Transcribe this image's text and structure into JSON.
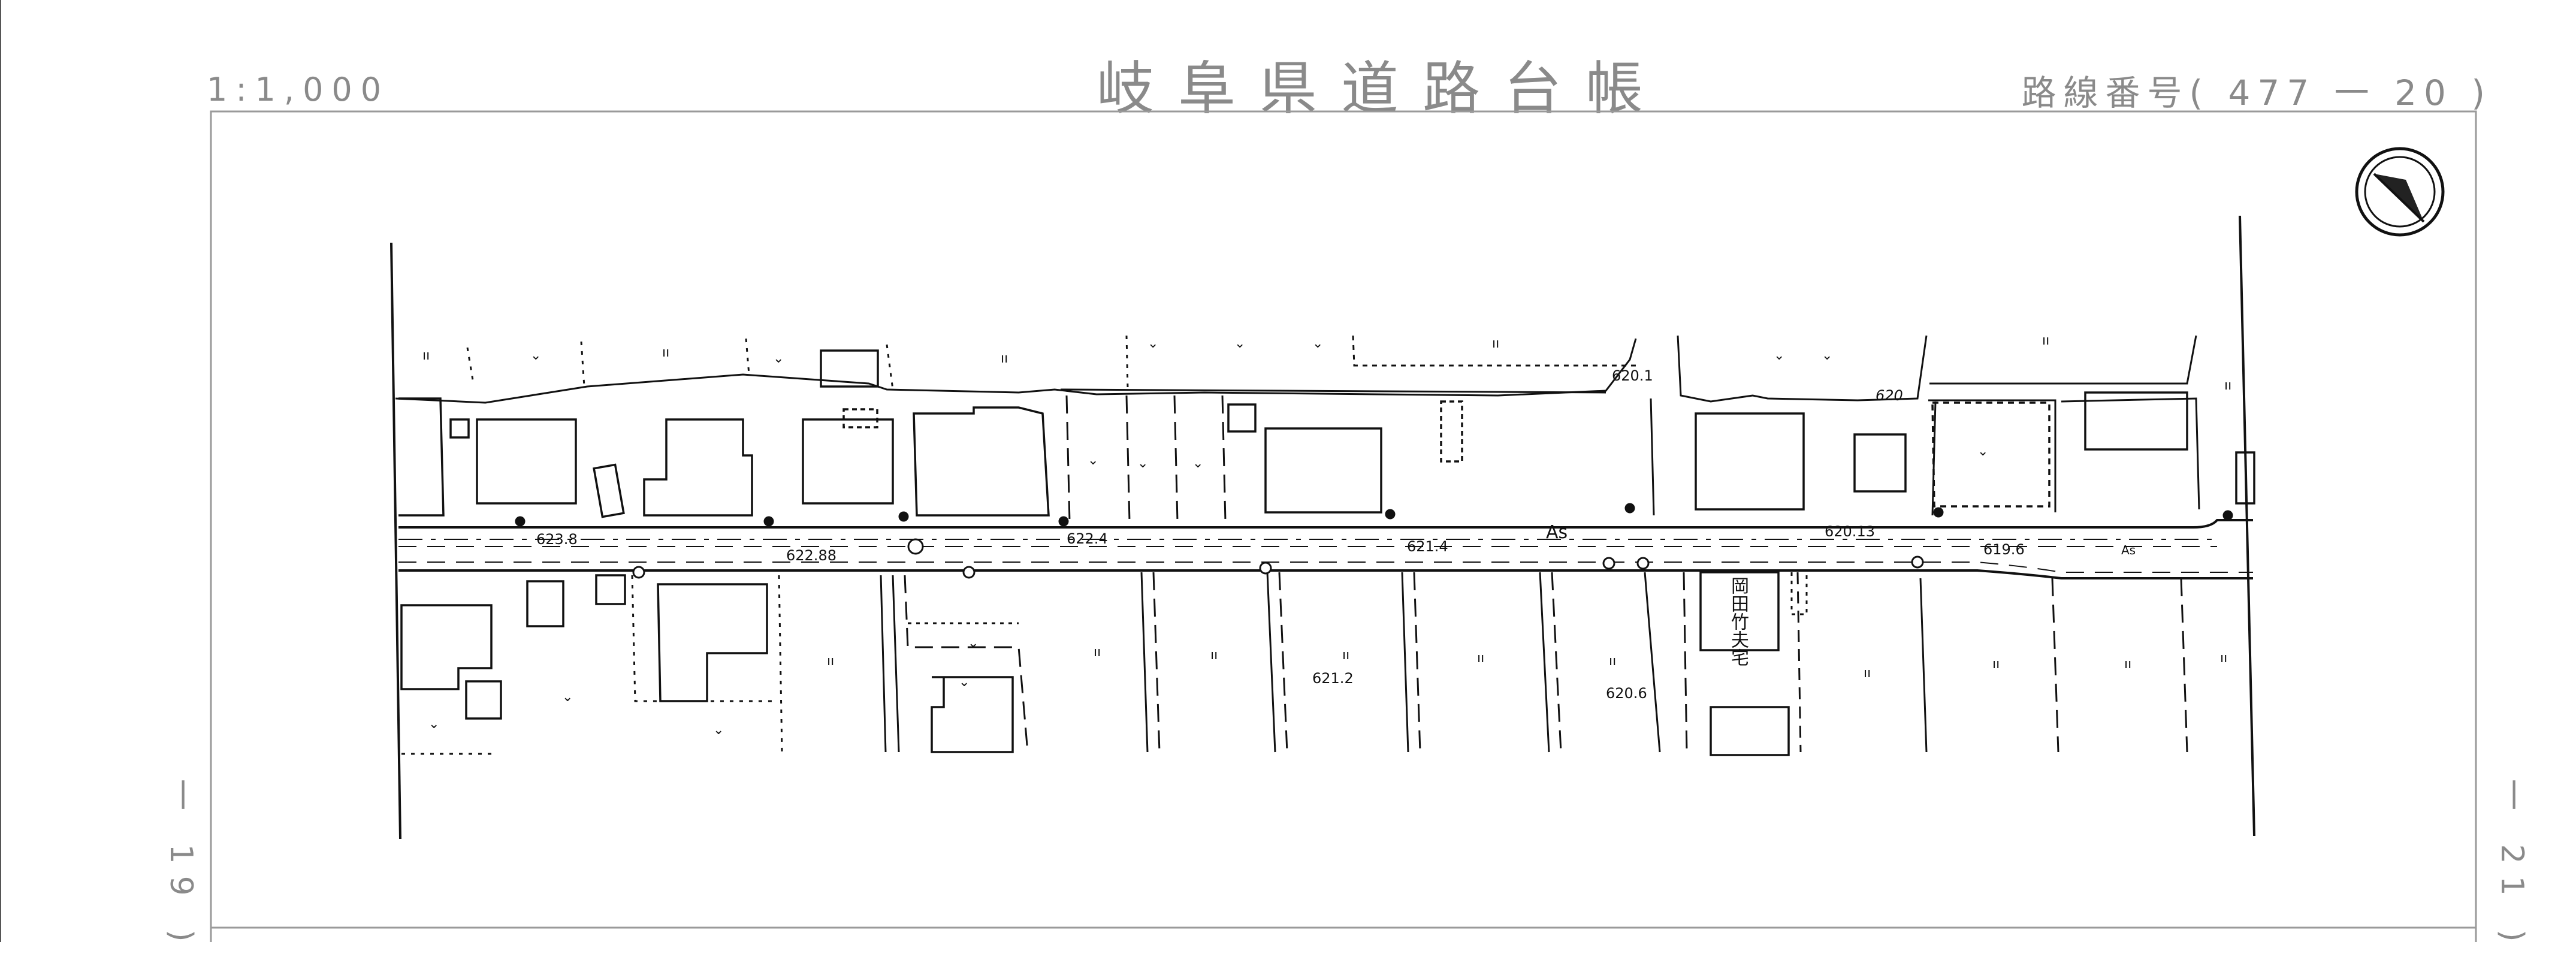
{
  "header": {
    "scale": "1:1,000",
    "title": "岐阜県道路台帳",
    "route_label": "路線番号",
    "route_number": "477 一 20"
  },
  "adjacent_sheets": {
    "left": "一 19 )",
    "right": "一 21 )"
  },
  "map": {
    "elevations": [
      "620.1",
      "620",
      "623.8",
      "622.4",
      "621.4",
      "620.13",
      "622.88",
      "619.6",
      "621.2",
      "620.6"
    ],
    "surface_labels": [
      "As",
      "As"
    ],
    "building_label": "岡田竹夫宅"
  },
  "colors": {
    "line": "#111111",
    "header_text": "#8a8a8a",
    "frame": "#9a9a9a"
  }
}
